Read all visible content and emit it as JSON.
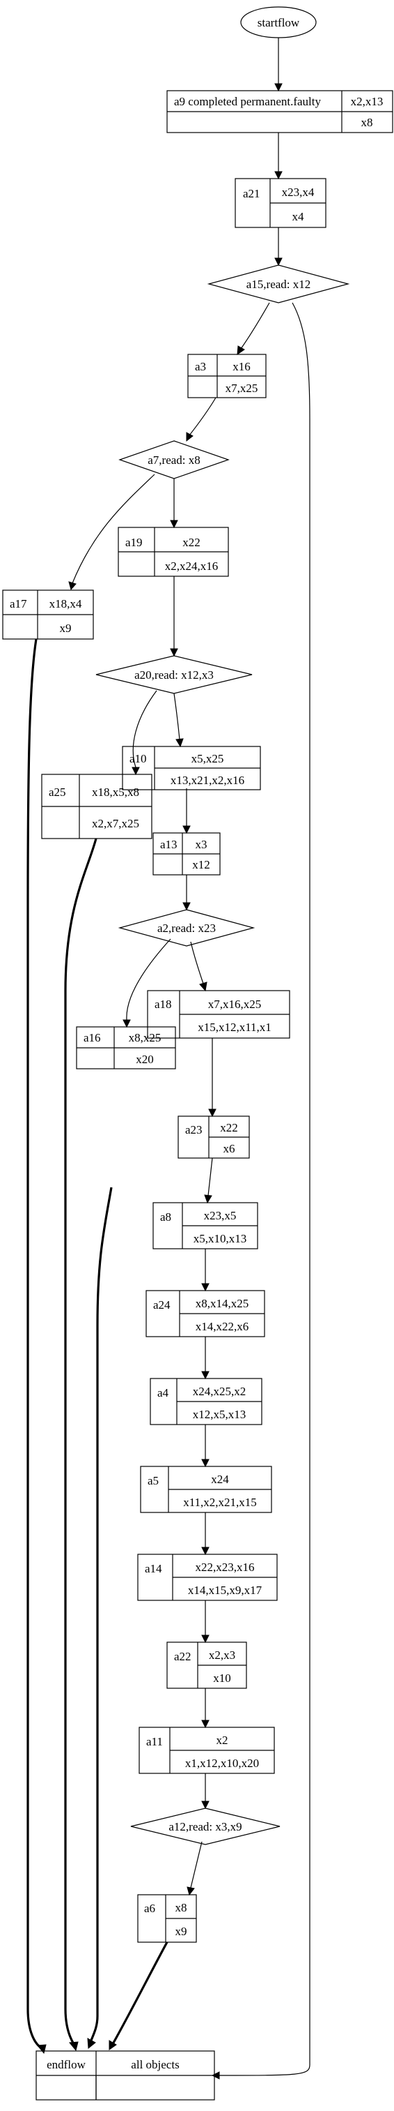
{
  "flow": {
    "start": "startflow",
    "records": [
      {
        "id": "r-a9",
        "name": "a9 completed permanent.faulty",
        "top": "x2,x13",
        "bottom": "x8"
      },
      {
        "id": "r-a21",
        "name": "a21",
        "top": "x23,x4",
        "bottom": "x4"
      },
      {
        "id": "r-a3",
        "name": "a3",
        "top": "x16",
        "bottom": "x7,x25"
      },
      {
        "id": "r-a19",
        "name": "a19",
        "top": "x22",
        "bottom": "x2,x24,x16"
      },
      {
        "id": "r-a17",
        "name": "a17",
        "top": "x18,x4",
        "bottom": "x9"
      },
      {
        "id": "r-a10",
        "name": "a10",
        "top": "x5,x25",
        "bottom": "x13,x21,x2,x16"
      },
      {
        "id": "r-a25",
        "name": "a25",
        "top": "x18,x5,x8",
        "bottom": "x2,x7,x25"
      },
      {
        "id": "r-a13",
        "name": "a13",
        "top": "x3",
        "bottom": "x12"
      },
      {
        "id": "r-a18",
        "name": "a18",
        "top": "x7,x16,x25",
        "bottom": "x15,x12,x11,x1"
      },
      {
        "id": "r-a16",
        "name": "a16",
        "top": "x8,x25",
        "bottom": "x20"
      },
      {
        "id": "r-a23",
        "name": "a23",
        "top": "x22",
        "bottom": "x6"
      },
      {
        "id": "r-a8",
        "name": "a8",
        "top": "x23,x5",
        "bottom": "x5,x10,x13"
      },
      {
        "id": "r-a24",
        "name": "a24",
        "top": "x8,x14,x25",
        "bottom": "x14,x22,x6"
      },
      {
        "id": "r-a4",
        "name": "a4",
        "top": "x24,x25,x2",
        "bottom": "x12,x5,x13"
      },
      {
        "id": "r-a5",
        "name": "a5",
        "top": "x24",
        "bottom": "x11,x2,x21,x15"
      },
      {
        "id": "r-a14",
        "name": "a14",
        "top": "x22,x23,x16",
        "bottom": "x14,x15,x9,x17"
      },
      {
        "id": "r-a22",
        "name": "a22",
        "top": "x2,x3",
        "bottom": "x10"
      },
      {
        "id": "r-a11",
        "name": "a11",
        "top": "x2",
        "bottom": "x1,x12,x10,x20"
      },
      {
        "id": "r-a6",
        "name": "a6",
        "top": "x8",
        "bottom": "x9"
      }
    ],
    "decisions": [
      {
        "id": "d-a15",
        "label": "a15,read: x12"
      },
      {
        "id": "d-a7",
        "label": "a7,read: x8"
      },
      {
        "id": "d-a20",
        "label": "a20,read: x12,x3"
      },
      {
        "id": "d-a2",
        "label": "a2,read: x23"
      },
      {
        "id": "d-a12",
        "label": "a12,read: x3,x9"
      }
    ],
    "end": {
      "left": "endflow",
      "right": "all objects"
    },
    "edges": [
      {
        "from": "start",
        "to": "r-a9",
        "style": "thin"
      },
      {
        "from": "r-a9",
        "to": "r-a21",
        "style": "thin"
      },
      {
        "from": "r-a21",
        "to": "d-a15",
        "style": "thin"
      },
      {
        "from": "d-a15",
        "to": "r-a3",
        "style": "thin"
      },
      {
        "from": "d-a15",
        "to": "end",
        "style": "thin"
      },
      {
        "from": "r-a3",
        "to": "d-a7",
        "style": "thin"
      },
      {
        "from": "d-a7",
        "to": "r-a19",
        "style": "thin"
      },
      {
        "from": "d-a7",
        "to": "r-a17",
        "style": "thin"
      },
      {
        "from": "r-a19",
        "to": "d-a20",
        "style": "thin"
      },
      {
        "from": "d-a20",
        "to": "r-a10",
        "style": "thin"
      },
      {
        "from": "d-a20",
        "to": "r-a25",
        "style": "thin"
      },
      {
        "from": "r-a10",
        "to": "r-a13",
        "style": "thin"
      },
      {
        "from": "r-a13",
        "to": "d-a2",
        "style": "thin"
      },
      {
        "from": "d-a2",
        "to": "r-a18",
        "style": "thin"
      },
      {
        "from": "d-a2",
        "to": "r-a16",
        "style": "thin"
      },
      {
        "from": "r-a18",
        "to": "r-a23",
        "style": "thin"
      },
      {
        "from": "r-a23",
        "to": "r-a8",
        "style": "thin"
      },
      {
        "from": "r-a8",
        "to": "r-a24",
        "style": "thin"
      },
      {
        "from": "r-a24",
        "to": "r-a4",
        "style": "thin"
      },
      {
        "from": "r-a4",
        "to": "r-a5",
        "style": "thin"
      },
      {
        "from": "r-a5",
        "to": "r-a14",
        "style": "thin"
      },
      {
        "from": "r-a14",
        "to": "r-a22",
        "style": "thin"
      },
      {
        "from": "r-a22",
        "to": "r-a11",
        "style": "thin"
      },
      {
        "from": "r-a11",
        "to": "d-a12",
        "style": "thin"
      },
      {
        "from": "d-a12",
        "to": "r-a6",
        "style": "thin"
      },
      {
        "from": "r-a17",
        "to": "end",
        "style": "thick"
      },
      {
        "from": "r-a25",
        "to": "end",
        "style": "thick"
      },
      {
        "from": "r-a16",
        "to": "end",
        "style": "thick"
      },
      {
        "from": "r-a6",
        "to": "end",
        "style": "thick"
      }
    ]
  }
}
